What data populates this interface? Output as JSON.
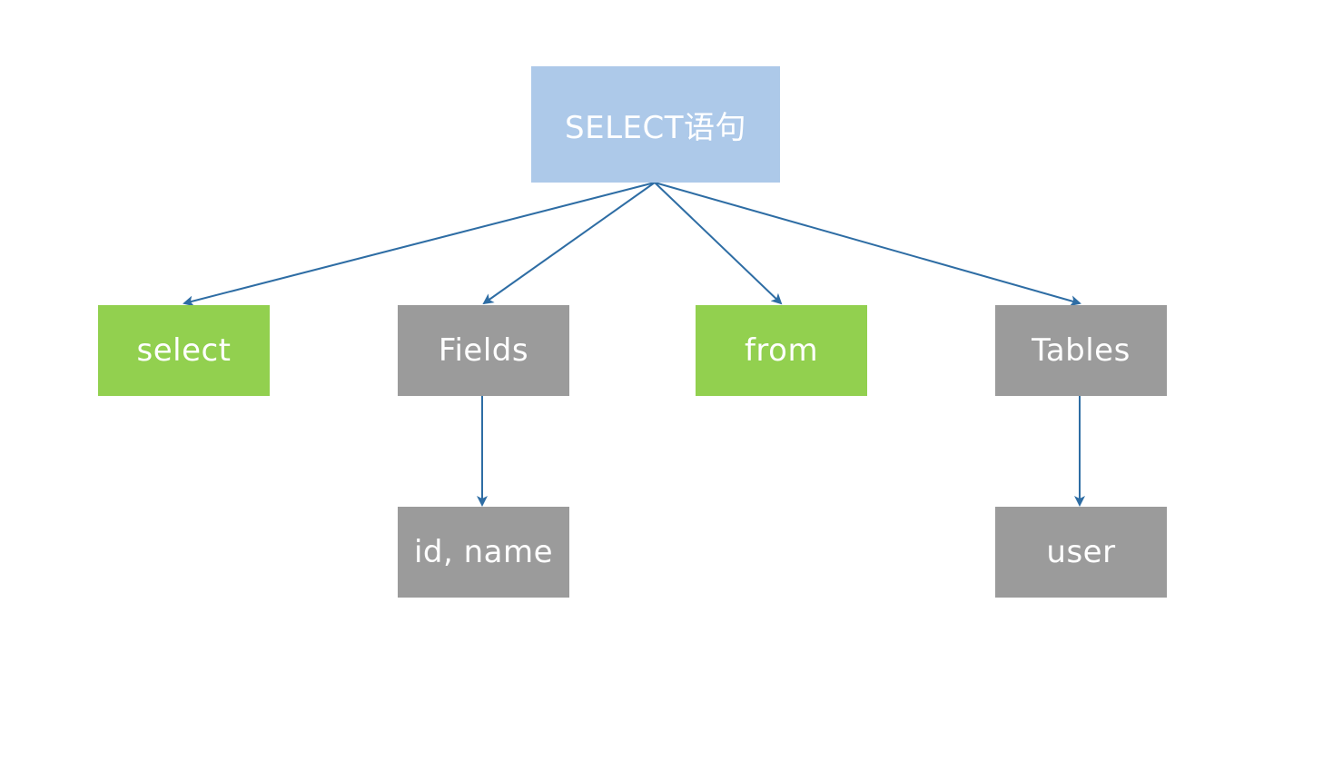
{
  "diagram": {
    "nodes": {
      "root": {
        "label": "SELECT语句",
        "color": "#adc9e9"
      },
      "select": {
        "label": "select",
        "color": "#92d04f"
      },
      "fields": {
        "label": "Fields",
        "color": "#9b9b9b"
      },
      "from": {
        "label": "from",
        "color": "#92d04f"
      },
      "tables": {
        "label": "Tables",
        "color": "#9b9b9b"
      },
      "id_name": {
        "label": "id, name",
        "color": "#9b9b9b"
      },
      "user": {
        "label": "user",
        "color": "#9b9b9b"
      }
    },
    "edges": [
      {
        "from": "root",
        "to": "select"
      },
      {
        "from": "root",
        "to": "fields"
      },
      {
        "from": "root",
        "to": "from"
      },
      {
        "from": "root",
        "to": "tables"
      },
      {
        "from": "fields",
        "to": "id_name"
      },
      {
        "from": "tables",
        "to": "user"
      }
    ],
    "edge_color": "#2e6da4"
  }
}
